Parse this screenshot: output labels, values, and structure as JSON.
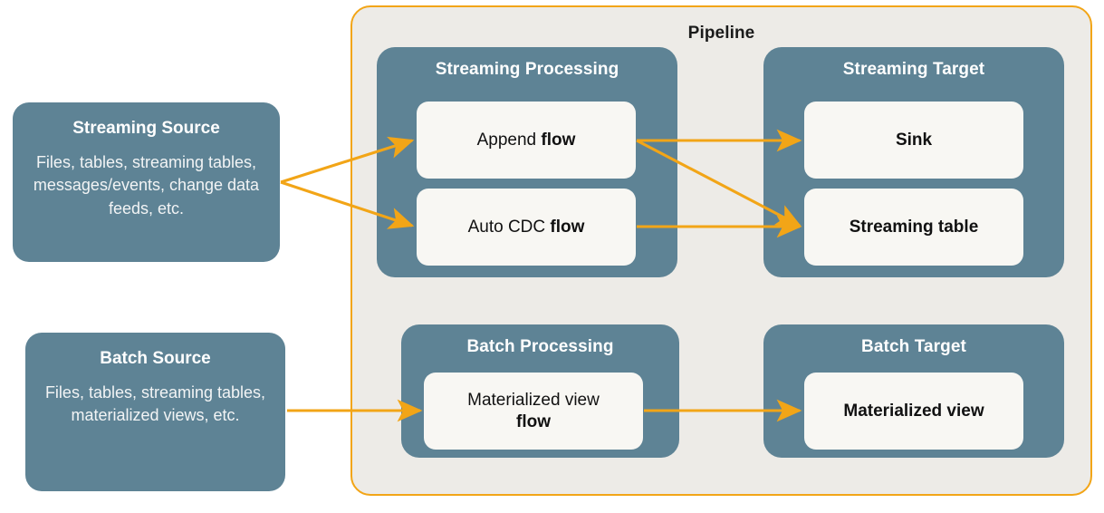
{
  "diagram": {
    "pipeline_label": "Pipeline",
    "accent_color": "#F2A517",
    "panel_color": "#5E8395",
    "card_color": "#F8F7F3",
    "pipeline_bg": "#EDEBE7",
    "page_bg": "#FFFFFF"
  },
  "sources": [
    {
      "title": "Streaming Source",
      "description": "Files, tables, streaming tables, messages/events, change data feeds, etc."
    },
    {
      "title": "Batch Source",
      "description": "Files, tables, streaming tables, materialized views, etc."
    }
  ],
  "groups": {
    "streaming_processing": {
      "title": "Streaming Processing",
      "cards": [
        {
          "text_normal": "Append ",
          "text_bold": "flow"
        },
        {
          "text_normal": "Auto CDC ",
          "text_bold": "flow"
        }
      ]
    },
    "streaming_target": {
      "title": "Streaming Target",
      "cards": [
        {
          "text_bold": "Sink"
        },
        {
          "text_bold": "Streaming table"
        }
      ]
    },
    "batch_processing": {
      "title": "Batch Processing",
      "cards": [
        {
          "text_normal": "Materialized view",
          "text_bold": "flow"
        }
      ]
    },
    "batch_target": {
      "title": "Batch Target",
      "cards": [
        {
          "text_bold": "Materialized view"
        }
      ]
    }
  },
  "connections": [
    {
      "name": "streaming-source-to-append-flow",
      "from": "Streaming Source",
      "to": "Append flow"
    },
    {
      "name": "streaming-source-to-auto-cdc-flow",
      "from": "Streaming Source",
      "to": "Auto CDC flow"
    },
    {
      "name": "append-flow-to-sink",
      "from": "Append flow",
      "to": "Sink"
    },
    {
      "name": "append-flow-to-streaming-table",
      "from": "Append flow",
      "to": "Streaming table"
    },
    {
      "name": "auto-cdc-flow-to-streaming-table",
      "from": "Auto CDC flow",
      "to": "Streaming table"
    },
    {
      "name": "batch-source-to-materialized-view-flow",
      "from": "Batch Source",
      "to": "Materialized view flow"
    },
    {
      "name": "materialized-view-flow-to-materialized-view",
      "from": "Materialized view flow",
      "to": "Materialized view"
    }
  ]
}
